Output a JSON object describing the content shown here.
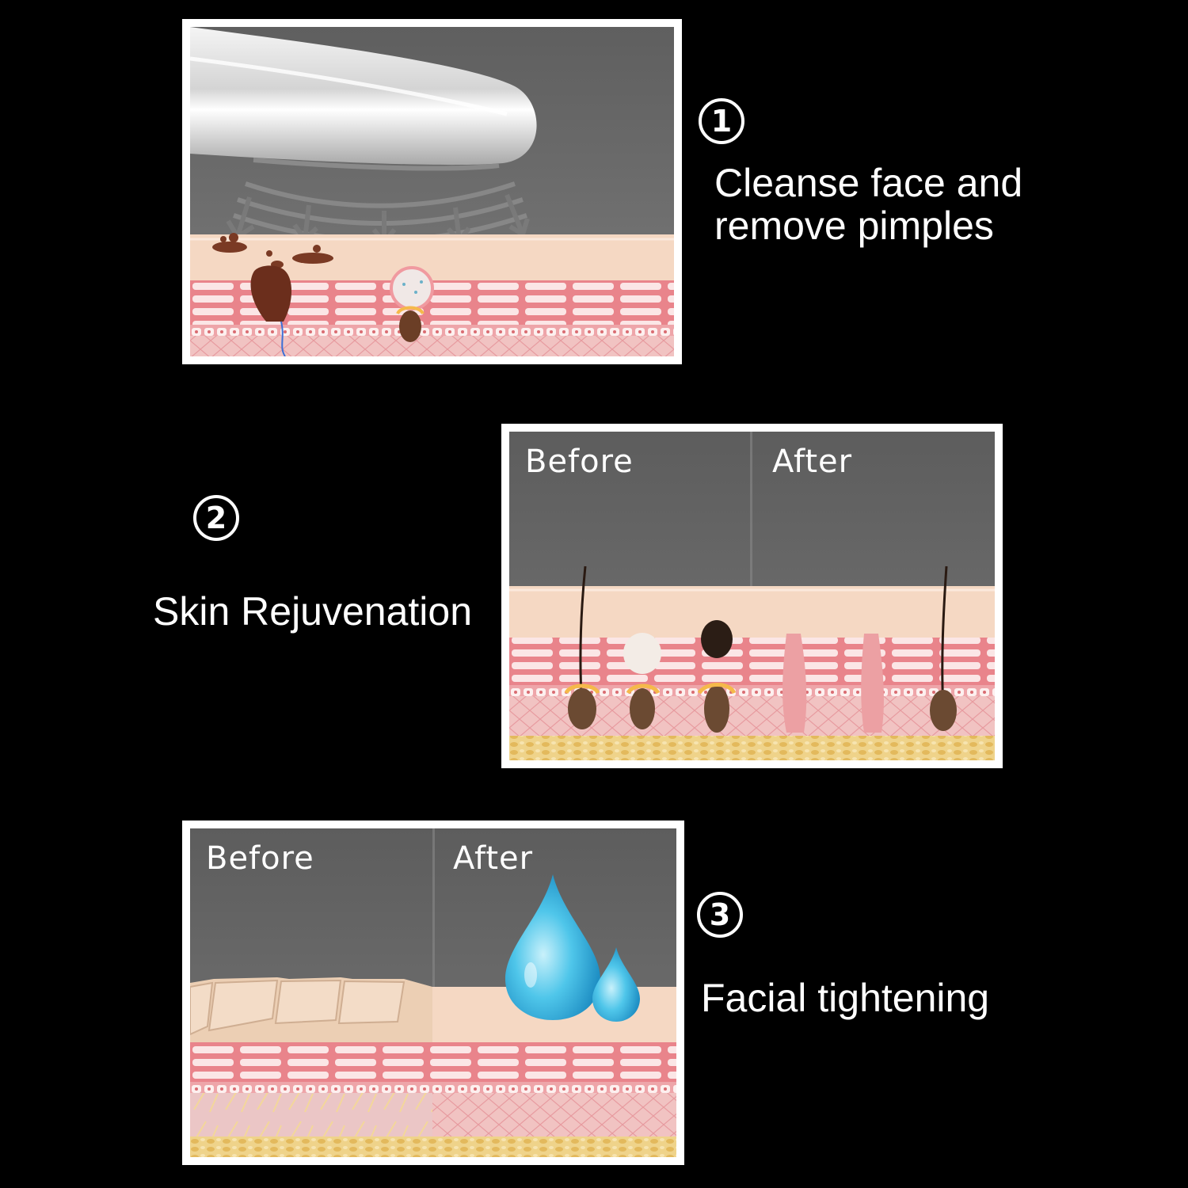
{
  "steps": [
    {
      "number": "1",
      "caption_line1": "Cleanse face and",
      "caption_line2": "remove pimples"
    },
    {
      "number": "2",
      "caption": "Skin Rejuvenation",
      "before_label": "Before",
      "after_label": "After"
    },
    {
      "number": "3",
      "caption": "Facial tightening",
      "before_label": "Before",
      "after_label": "After"
    }
  ],
  "colors": {
    "background": "#000000",
    "panel_border": "#ffffff",
    "panel_sky": "#6e6e6e",
    "skin_surface": "#f5d9c4",
    "skin_cells": "#e9838b",
    "fat_layer": "#e9c977",
    "water_drop": "#3cc3e8"
  },
  "icons": [
    "beauty-device-icon",
    "wave-arrows-icon",
    "hair-follicle-icon",
    "water-drop-icon"
  ]
}
